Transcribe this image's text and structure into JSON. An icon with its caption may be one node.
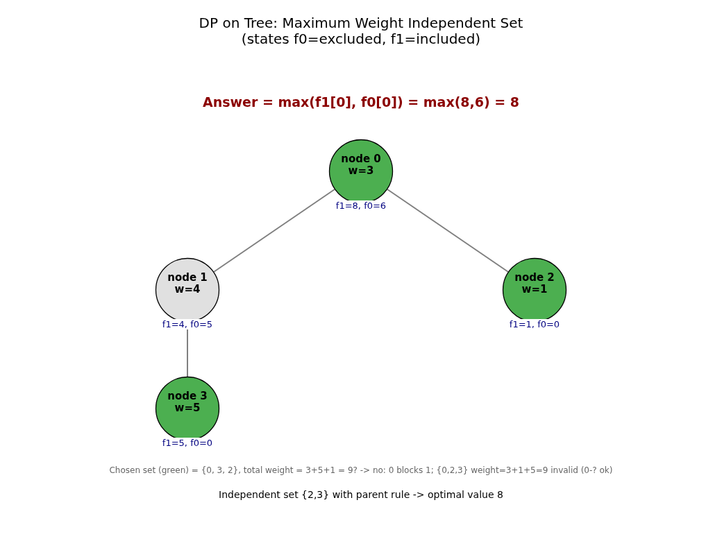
{
  "diagram": {
    "title": "DP on Tree: Maximum Weight Independent Set (states f0=excluded, f1=included)",
    "nodes": [
      {
        "text": [
          "node 0 w=3"
        ],
        "beside": [
          "f1=8, f0=6"
        ]
      },
      {
        "text": [
          "node 1 w=4"
        ],
        "beside": [
          "f1=4, f0=5"
        ]
      },
      {
        "text": [
          "node 2 w=1"
        ],
        "beside": [
          "f1=1, f0=0"
        ]
      },
      {
        "text": [
          "node 3 w=5"
        ],
        "beside": [
          "f1=5, f0=0"
        ]
      }
    ],
    "edges": [
      {
        "from": 0,
        "to": 1,
        "arrow": "none"
      },
      {
        "from": 0,
        "to": 2,
        "arrow": "none"
      },
      {
        "from": 1,
        "to": 3,
        "arrow": "none"
      }
    ],
    "labels": [
      "Answer = max(f1[0], f0[0]) = max(8,6) = 8",
      "Chosen set (green) = {0, 3, 2}, total weight = 3+5+1 = 9? -> no: 0 blocks 1; {0,2,3} weight=3+1+5=9 invalid (0-? ok)",
      "Independent set {2,3} with parent rule -> optimal value 8"
    ]
  }
}
